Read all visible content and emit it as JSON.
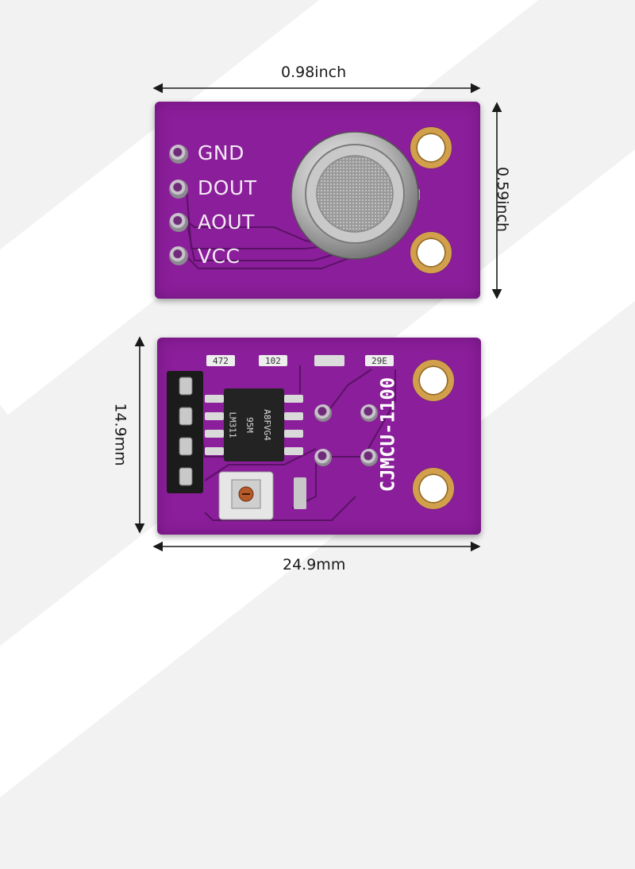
{
  "dimensions": {
    "width_in": "0.98inch",
    "height_in": "0.59inch",
    "height_mm": "14.9mm",
    "width_mm": "24.9mm"
  },
  "front_board": {
    "pins": [
      "GND",
      "DOUT",
      "AOUT",
      "VCC"
    ],
    "color": "#8b1e9a"
  },
  "back_board": {
    "silkscreen": "CJMCU-1100",
    "chip_marking": [
      "LM311",
      "95M",
      "A8FVG4"
    ],
    "resistor_codes": [
      "472",
      "102",
      "29E"
    ],
    "color": "#8b1e9a"
  }
}
